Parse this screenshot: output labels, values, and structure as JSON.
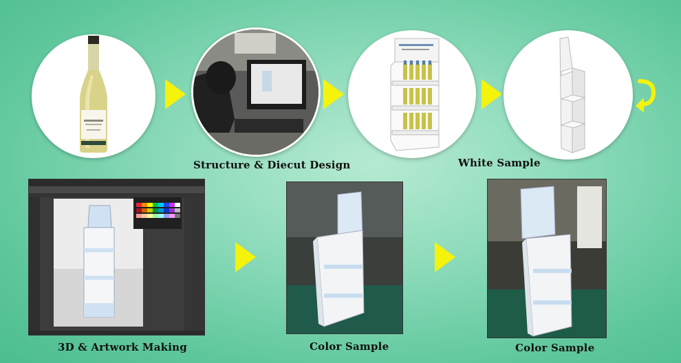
{
  "steps": {
    "structure_label": "Structure & Diecut Design",
    "white_sample_label": "White Sample",
    "artwork_label": "3D & Artwork Making",
    "color_sample_1_label": "Color Sample",
    "color_sample_2_label": "Color Sample"
  },
  "icons": {
    "arrow": "arrow-right-icon",
    "loop": "loop-back-icon"
  },
  "colors": {
    "arrow": "#f5f20c",
    "background": "#7fd6b3",
    "display_blue": "#9ec6e6"
  }
}
